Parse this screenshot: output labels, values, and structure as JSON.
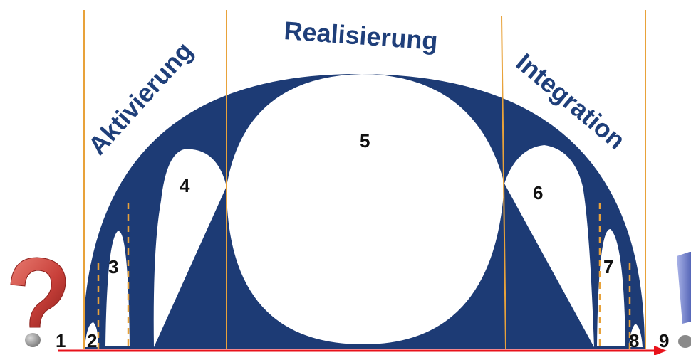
{
  "phases": {
    "aktivierung": "Aktivierung",
    "realisierung": "Realisierung",
    "integration": "Integration"
  },
  "numbers": {
    "n1": "1",
    "n2": "2",
    "n3": "3",
    "n4": "4",
    "n5": "5",
    "n6": "6",
    "n7": "7",
    "n8": "8",
    "n9": "9"
  },
  "colors": {
    "arch": "#1d3b75",
    "phase_text": "#1f3f7a",
    "divider": "#e8a23a",
    "timeline": "#e8121b",
    "question_mark": "#c8403a",
    "exclamation_mark": "#6d7dc8",
    "number_text": "#111111"
  },
  "icons": {
    "start": "question-mark-icon",
    "end": "exclamation-mark-icon"
  }
}
